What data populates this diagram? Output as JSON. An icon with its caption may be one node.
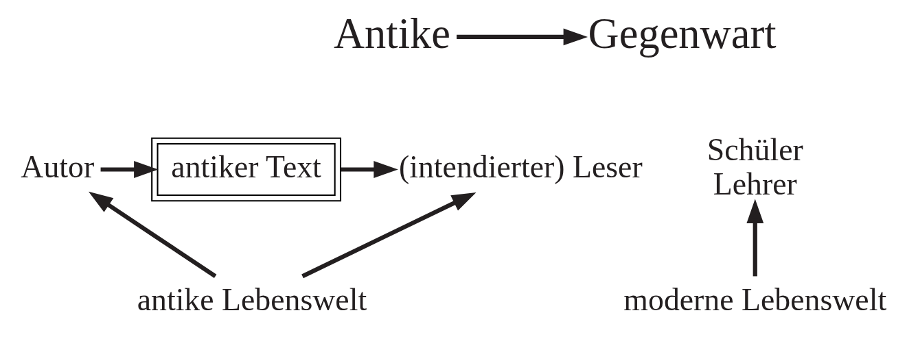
{
  "diagram": {
    "nodes": [
      {
        "text": [
          "Antike"
        ]
      },
      {
        "text": [
          "Gegenwart"
        ]
      },
      {
        "text": [
          "Autor"
        ]
      },
      {
        "text": [
          "antiker Text"
        ]
      },
      {
        "text": [
          "(intendierter) Leser"
        ]
      },
      {
        "text": [
          "Schüler",
          "Lehrer"
        ]
      },
      {
        "text": [
          "antike Lebenswelt"
        ]
      },
      {
        "text": [
          "moderne Lebenswelt"
        ]
      }
    ],
    "edges": [
      {
        "from": 0,
        "to": 1,
        "arrow": "to"
      },
      {
        "from": 2,
        "to": 3,
        "arrow": "to"
      },
      {
        "from": 3,
        "to": 4,
        "arrow": "to"
      },
      {
        "from": 6,
        "to": 2,
        "arrow": "to"
      },
      {
        "from": 6,
        "to": 4,
        "arrow": "to"
      },
      {
        "from": 7,
        "to": 5,
        "arrow": "to"
      }
    ]
  }
}
